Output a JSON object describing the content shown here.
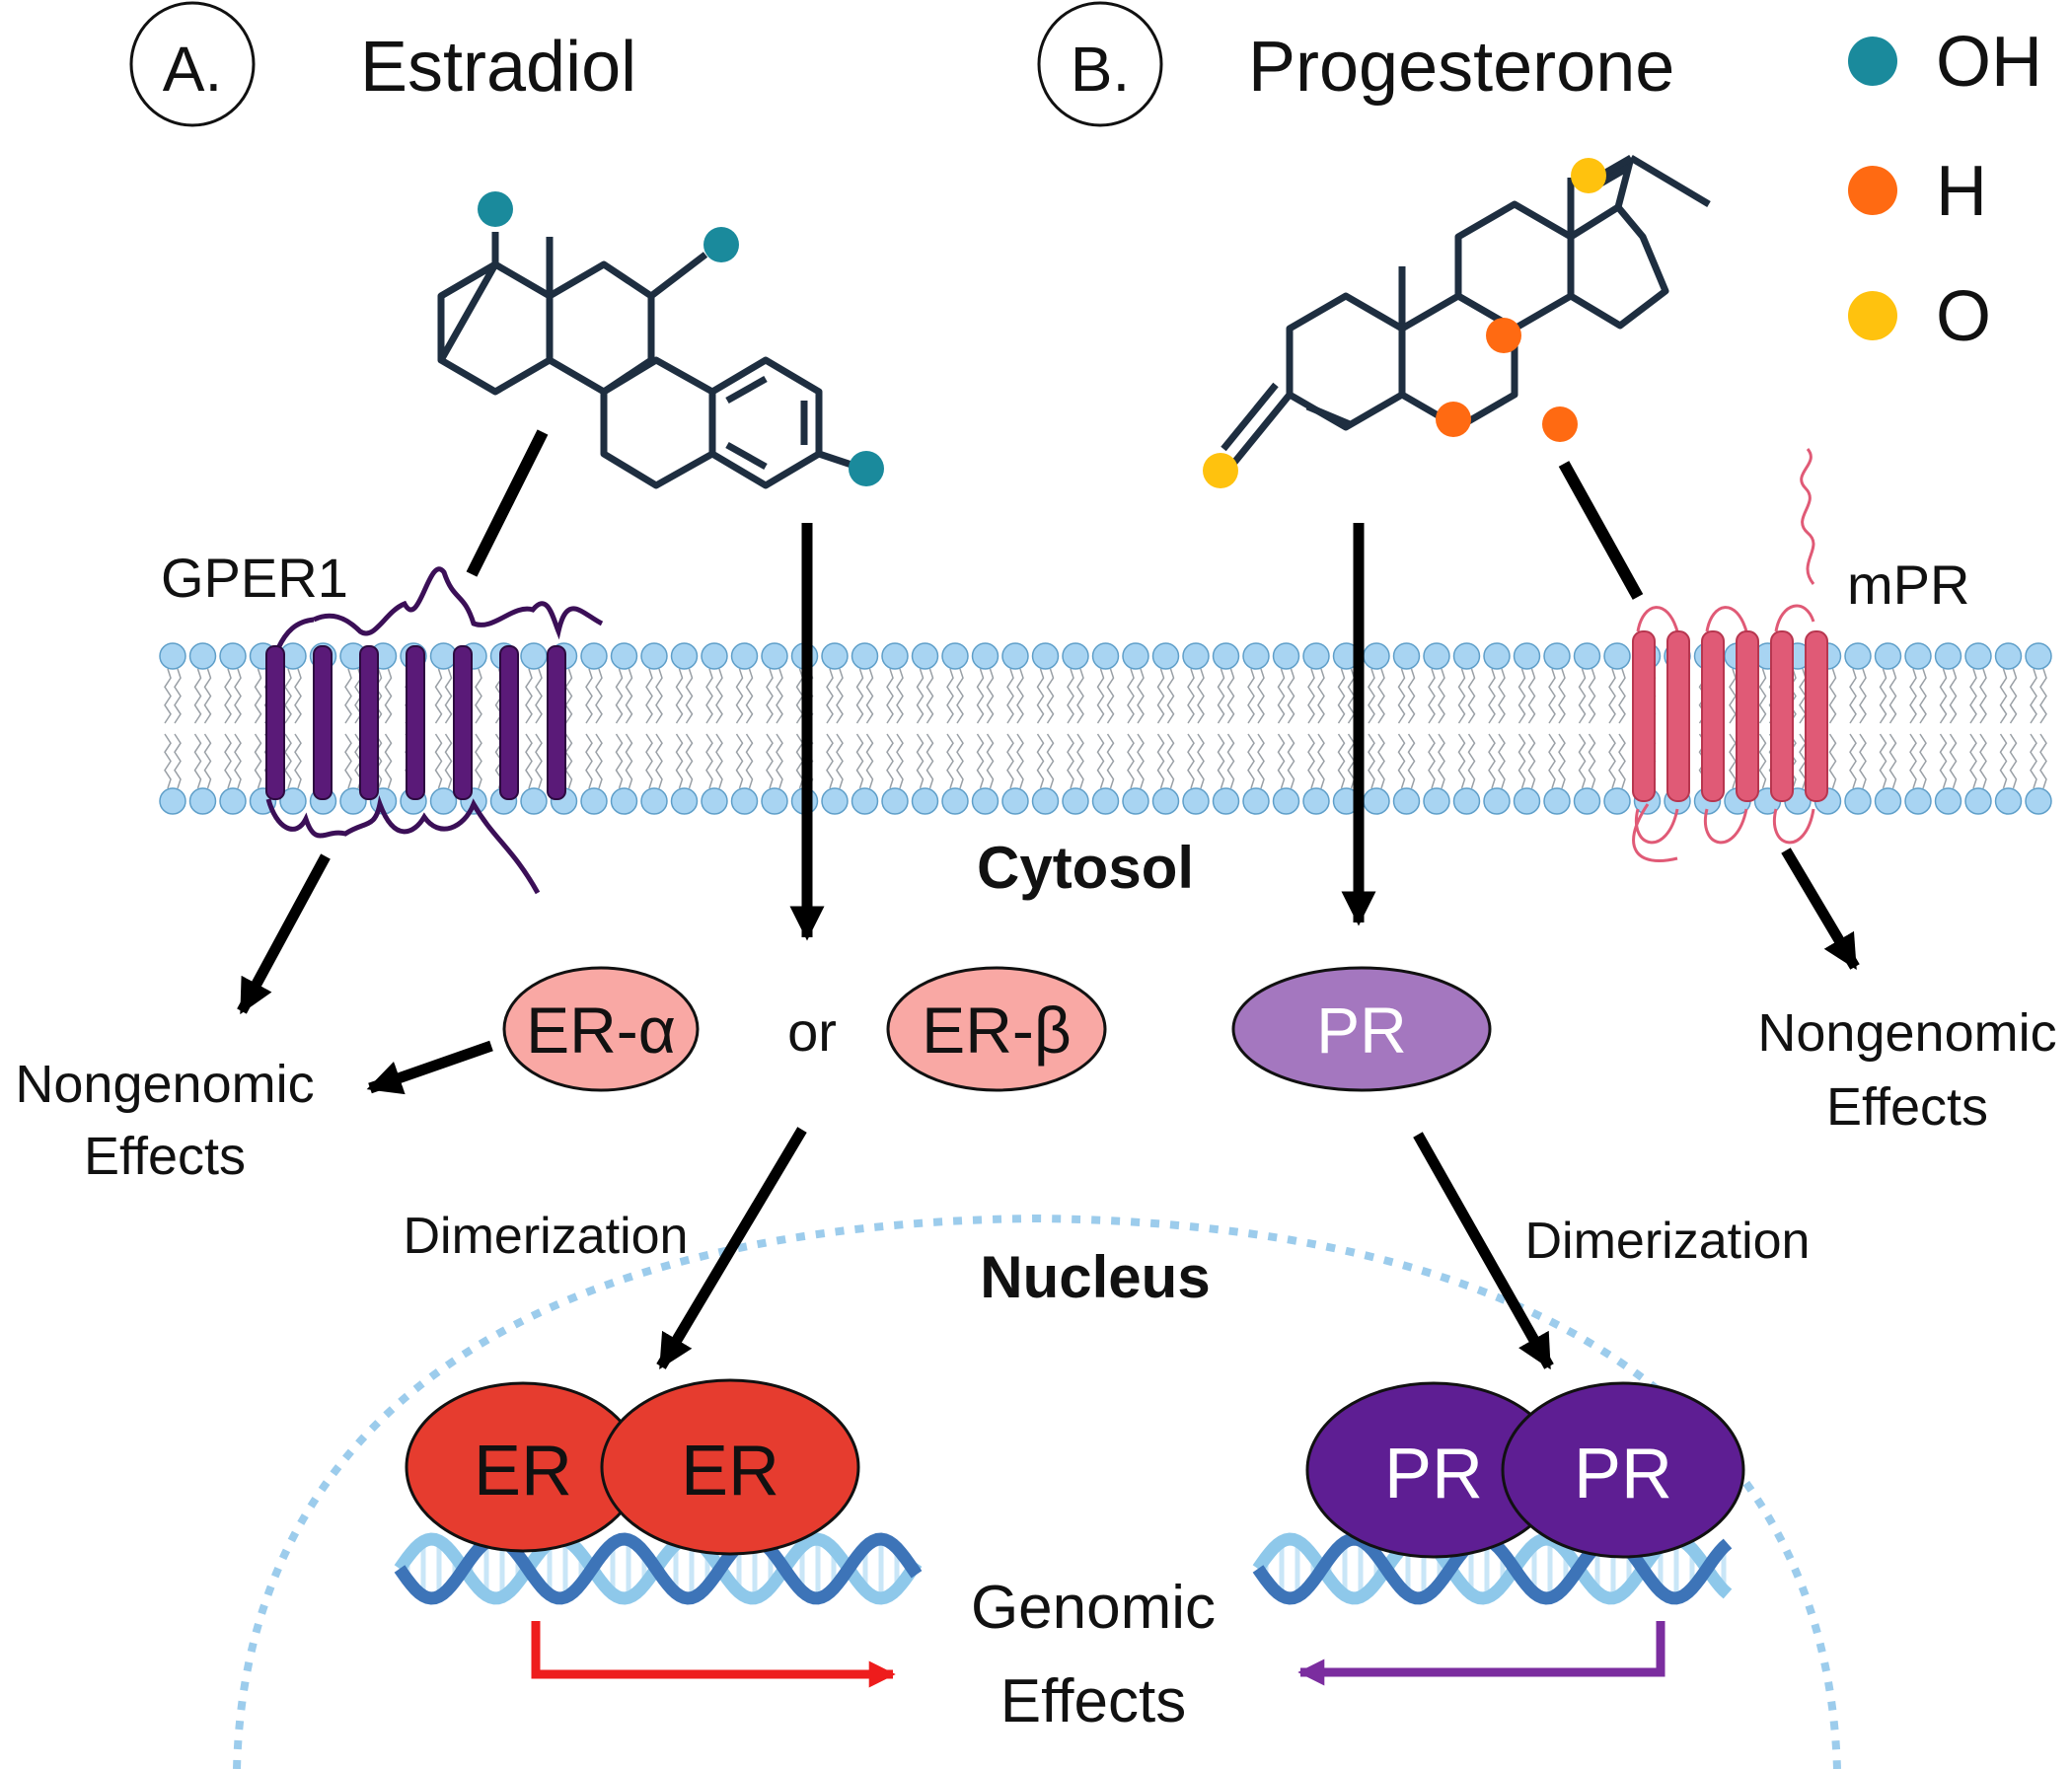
{
  "panels": {
    "a": {
      "marker": "A.",
      "title": "Estradiol"
    },
    "b": {
      "marker": "B.",
      "title": "Progesterone"
    }
  },
  "legend": [
    {
      "label": "OH",
      "color": "#1a8a9c"
    },
    {
      "label": "H",
      "color": "#ff6a12"
    },
    {
      "label": "O",
      "color": "#ffc20e"
    }
  ],
  "receptors": {
    "gper1": "GPER1",
    "mpr": "mPR",
    "er_alpha": "ER-α",
    "or": "or",
    "er_beta": "ER-β",
    "pr": "PR"
  },
  "compartments": {
    "cytosol": "Cytosol",
    "nucleus": "Nucleus"
  },
  "effects": {
    "nongenomic_left": [
      "Nongenomic",
      "Effects"
    ],
    "nongenomic_right": [
      "Nongenomic",
      "Effects"
    ],
    "genomic": [
      "Genomic",
      "Effects"
    ]
  },
  "process": {
    "dimerization_left": "Dimerization",
    "dimerization_right": "Dimerization"
  },
  "dimers": {
    "er_left": "ER",
    "er_right": "ER",
    "pr_left": "PR",
    "pr_right": "PR"
  },
  "colors": {
    "teal_oh": "#1a8a9c",
    "orange_h": "#ff6a12",
    "yellow_o": "#ffc20e",
    "er_monomer": "#f9a8a4",
    "er_dimer": "#e63c2f",
    "pr_monomer": "#a477bf",
    "pr_dimer": "#5e1e93",
    "gper1": "#5a1a78",
    "mpr": "#e05a76",
    "membrane_head": "#a8d4f2",
    "nucleus_border": "#9cccec",
    "arrow_red": "#ee1c1c",
    "arrow_purple": "#7b2d9f",
    "molecule": "#1e2e40"
  }
}
